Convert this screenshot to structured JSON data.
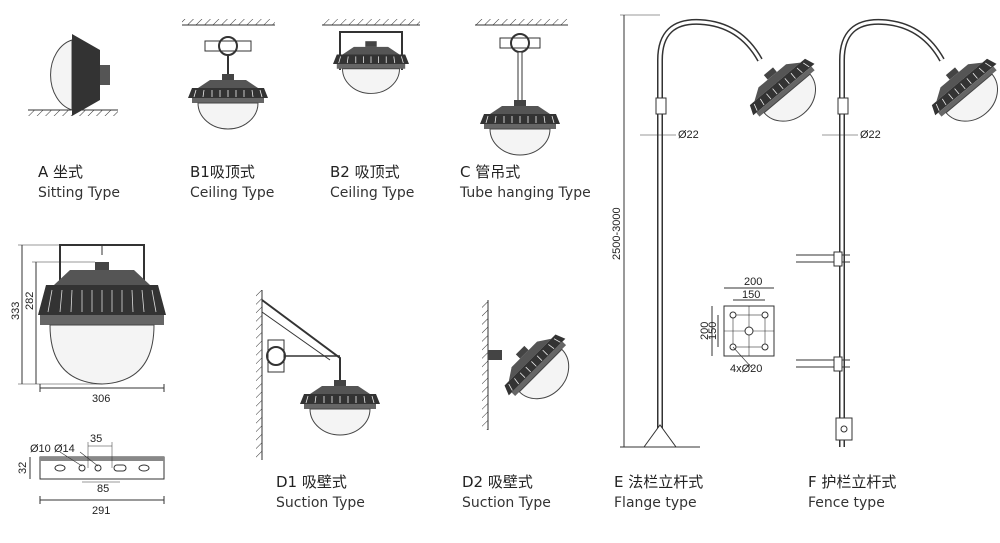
{
  "captions": {
    "a": {
      "zh": "A 坐式",
      "en": "Sitting Type"
    },
    "b1": {
      "zh": "B1吸顶式",
      "en": "Ceiling  Type"
    },
    "b2": {
      "zh": "B2 吸顶式",
      "en": "Ceiling  Type"
    },
    "c": {
      "zh": "C 管吊式",
      "en": "Tube hanging  Type"
    },
    "d1": {
      "zh": "D1 吸壁式",
      "en": "Suction Type"
    },
    "d2": {
      "zh": "D2 吸壁式",
      "en": "Suction Type"
    },
    "e": {
      "zh": "E 法栏立杆式",
      "en": "Flange type"
    },
    "f": {
      "zh": "F 护栏立杆式",
      "en": "Fence type"
    }
  },
  "dimensions": {
    "overall_height": "333",
    "body_height": "282",
    "width": "306",
    "bracket_hole_small": "Ø10",
    "bracket_hole_large": "Ø14",
    "bracket_hole_spacing": "35",
    "bracket_center_spacing": "85",
    "bracket_height": "32",
    "bracket_length": "291",
    "pole_height": "2500-3000",
    "pole_diameter_e": "Ø22",
    "pole_diameter_f": "Ø22",
    "flange_outer": "200",
    "flange_inner": "150",
    "flange_outer_v": "200",
    "flange_inner_v": "150",
    "flange_holes": "4xØ20"
  },
  "colors": {
    "line": "#333333",
    "fill": "#eeeeee",
    "dark": "#222222"
  }
}
